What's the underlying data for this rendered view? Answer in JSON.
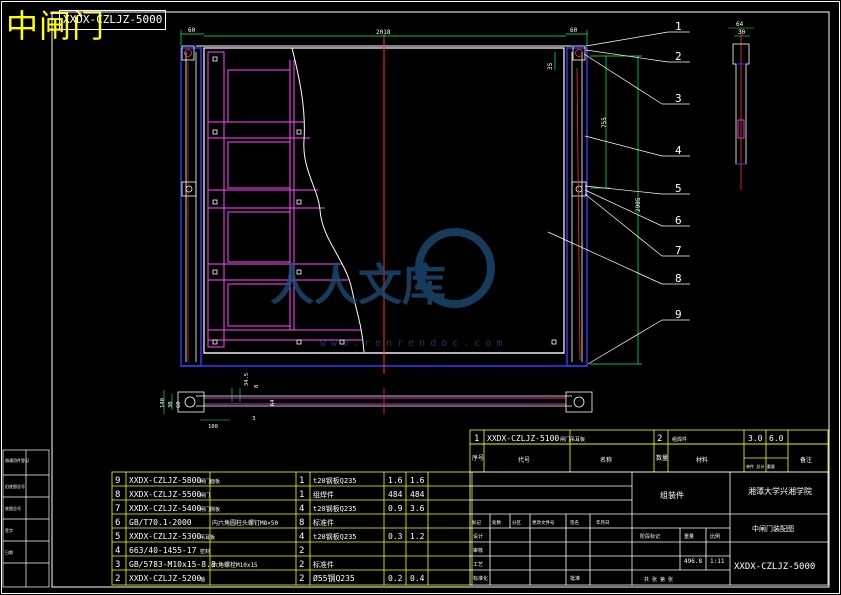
{
  "drawing": {
    "title": "中闸门",
    "code_tag": "XXDX-CZLJZ-5000",
    "dim_top": "2018",
    "dim_left_top": "60",
    "dim_right_top": "60",
    "dim_side_1": "64",
    "dim_side_2": "30",
    "dim_v1": "35",
    "dim_v2": "755",
    "dim_v3": "2905",
    "dim_bottom_1": "140",
    "dim_bottom_2": "30",
    "dim_bottom_3": "60",
    "dim_bottom_4": "100",
    "dim_bottom_5": "34.5",
    "dim_bottom_6": "8",
    "dim_bottom_7": "64",
    "dim_bottom_8": "3",
    "callouts": [
      "1",
      "2",
      "3",
      "4",
      "5",
      "6",
      "7",
      "8",
      "9"
    ],
    "watermark_url": "www.renrendoc.com"
  },
  "bom": {
    "rows": [
      {
        "no": "9",
        "code": "XXDX-CZLJZ-5800",
        "name": "闸门面板",
        "qty": "1",
        "material": "t20钢板Q235",
        "unit": "1.6",
        "total": "1.6"
      },
      {
        "no": "8",
        "code": "XXDX-CZLJZ-5500",
        "name": "闸门",
        "qty": "1",
        "material": "组焊件",
        "unit": "484",
        "total": "484"
      },
      {
        "no": "7",
        "code": "XXDX-CZLJZ-5400",
        "name": "闸门侧板",
        "qty": "4",
        "material": "t20钢板Q235",
        "unit": "0.9",
        "total": "3.6"
      },
      {
        "no": "6",
        "code": "GB/T70.1-2000",
        "name": "内六角圆柱头螺钉M8×50",
        "qty": "8",
        "material": "标准件",
        "unit": "",
        "total": ""
      },
      {
        "no": "5",
        "code": "XXDX-CZLJZ-5300",
        "name": "吊耳板",
        "qty": "4",
        "material": "t20钢板Q235",
        "unit": "0.3",
        "total": "1.2"
      },
      {
        "no": "4",
        "code": "663/40-1455-17",
        "name": "密封",
        "qty": "2",
        "material": "",
        "unit": "",
        "total": ""
      },
      {
        "no": "3",
        "code": "GB/5783-M10x15-8.8",
        "name": "六角螺栓M10x15",
        "qty": "2",
        "material": "标准件",
        "unit": "",
        "total": ""
      },
      {
        "no": "2",
        "code": "XXDX-CZLJZ-5200",
        "name": "轴",
        "qty": "2",
        "material": "Ø55钢Q235",
        "unit": "0.2",
        "total": "0.4"
      }
    ],
    "top_row": {
      "no": "1",
      "code": "XXDX-CZLJZ-5100",
      "name": "闸门吊耳板",
      "qty": "2",
      "material": "组焊件",
      "unit": "3.0",
      "total": "6.0"
    },
    "headers": {
      "no": "序号",
      "code": "代号",
      "name": "名称",
      "qty": "数量",
      "material": "材料",
      "weight": "单件 总计 重量",
      "note": "备注"
    }
  },
  "title_block": {
    "type_label": "组装件",
    "school": "湘潭大学兴湘学院",
    "drawing_name": "中闸门装配图",
    "drawing_code": "XXDX-CZLJZ-5000",
    "weight": "496.8",
    "scale": "1:11",
    "stage_label": "阶段标记",
    "weight_label": "重量",
    "scale_label": "比例",
    "labels_left": [
      "标记",
      "处数",
      "分区",
      "更改文件号",
      "签名",
      "年月日"
    ],
    "roles": [
      "设计",
      "审核",
      "工艺",
      "标准化",
      "批准"
    ],
    "sheet_label": "共 张 第 张"
  },
  "side_strip": {
    "labels": [
      "借通用件登记",
      "旧底图总号",
      "底图总号",
      "签字",
      "日期"
    ]
  }
}
